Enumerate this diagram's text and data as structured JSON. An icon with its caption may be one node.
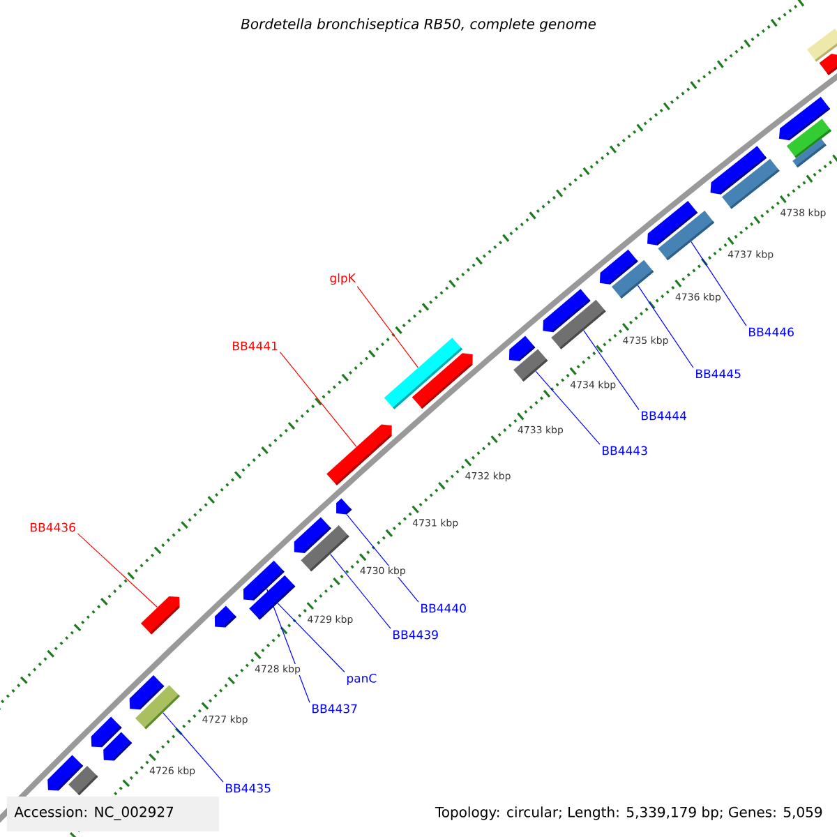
{
  "diagram": {
    "title": "Bordetella bronchiseptica RB50, complete genome",
    "nodes": [
      {
        "text": [],
        "shape": "arrow"
      },
      {
        "text": [],
        "shape": "bar"
      },
      {
        "text": [],
        "shape": "arrow"
      },
      {
        "text": [],
        "shape": "arrow"
      },
      {
        "text": [],
        "shape": "arrow"
      },
      {
        "text": [],
        "shape": "bar"
      },
      {
        "text": [],
        "shape": "arrow"
      },
      {
        "text": [],
        "shape": "arrow"
      },
      {
        "text": [],
        "shape": "arrow"
      },
      {
        "text": [],
        "shape": "bar"
      },
      {
        "text": [],
        "shape": "arrow"
      },
      {
        "text": [],
        "shape": "bar"
      },
      {
        "text": [],
        "shape": "arrow"
      },
      {
        "text": [],
        "shape": "arrow"
      },
      {
        "text": [],
        "shape": "bar"
      },
      {
        "text": [],
        "shape": "arrow"
      },
      {
        "text": [],
        "shape": "arrow"
      },
      {
        "text": [],
        "shape": "bar"
      },
      {
        "text": [],
        "shape": "arrow"
      },
      {
        "text": [],
        "shape": "bar"
      },
      {
        "text": [],
        "shape": "arrow"
      },
      {
        "text": [],
        "shape": "bar"
      },
      {
        "text": [],
        "shape": "arrow"
      },
      {
        "text": [],
        "shape": "bar"
      },
      {
        "text": [],
        "shape": "arrow"
      },
      {
        "text": [],
        "shape": "bar"
      },
      {
        "text": [],
        "shape": "arrow"
      },
      {
        "text": [],
        "shape": "bar"
      },
      {
        "text": [],
        "shape": "bar"
      },
      {
        "text": [],
        "shape": "bar"
      },
      {
        "text": [],
        "shape": "arrow"
      },
      {
        "text": [
          "glpK"
        ]
      },
      {
        "text": [
          "BB4446"
        ]
      },
      {
        "text": [
          "BB4441"
        ]
      },
      {
        "text": [
          "BB4445"
        ]
      },
      {
        "text": [
          "BB4444"
        ]
      },
      {
        "text": [
          "BB4443"
        ]
      },
      {
        "text": [
          "BB4436"
        ]
      },
      {
        "text": [
          "BB4440"
        ]
      },
      {
        "text": [
          "BB4439"
        ]
      },
      {
        "text": [
          "panC"
        ]
      },
      {
        "text": [
          "BB4437"
        ]
      },
      {
        "text": [
          "BB4435"
        ]
      }
    ],
    "edges": [
      {
        "from": 31,
        "to": 14,
        "arrow": "none",
        "color": "#ff0000"
      },
      {
        "from": 32,
        "to": 23,
        "arrow": "none"
      },
      {
        "from": 33,
        "to": 12,
        "arrow": "none",
        "color": "#ff0000"
      },
      {
        "from": 34,
        "to": 21,
        "arrow": "none"
      },
      {
        "from": 35,
        "to": 19,
        "arrow": "none"
      },
      {
        "from": 36,
        "to": 17,
        "arrow": "none"
      },
      {
        "from": 37,
        "to": 6,
        "arrow": "none",
        "color": "#ff0000"
      },
      {
        "from": 38,
        "to": 13,
        "arrow": "none"
      },
      {
        "from": 39,
        "to": 11,
        "arrow": "none"
      },
      {
        "from": 40,
        "to": 9,
        "arrow": "none"
      },
      {
        "from": 41,
        "to": 8,
        "arrow": "none"
      },
      {
        "from": 42,
        "to": 5,
        "arrow": "none"
      }
    ],
    "labels": [
      "4726 kbp",
      "4727 kbp",
      "4728 kbp",
      "4729 kbp",
      "4730 kbp",
      "4731 kbp",
      "4732 kbp",
      "4733 kbp",
      "4734 kbp",
      "4735 kbp",
      "4736 kbp",
      "4737 kbp",
      "4738 kbp",
      "Accession: NC_002927",
      "Topology: circular; Length: 5,339,179 bp; Genes: 5,059"
    ]
  }
}
